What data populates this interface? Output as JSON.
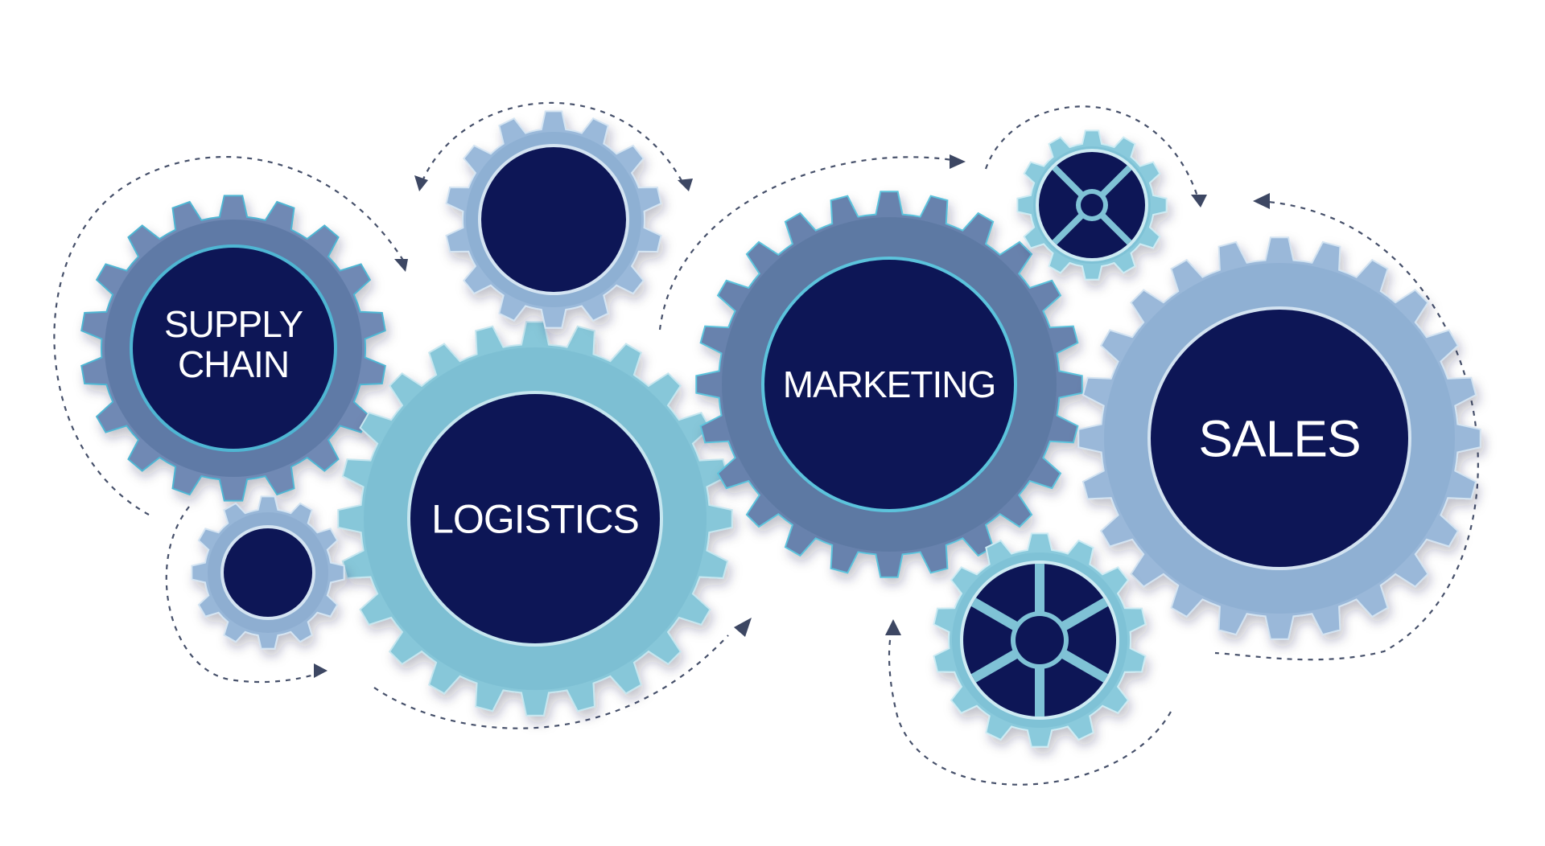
{
  "gears": [
    {
      "id": "supply-chain",
      "lines": [
        "SUPPLY",
        "CHAIN"
      ],
      "ring_color": "#5f7aa6",
      "tooth_color": "#6f89b4",
      "hub_color": "#0d1656",
      "rim_color": "#4fb6d3"
    },
    {
      "id": "logistics",
      "lines": [
        "LOGISTICS"
      ],
      "ring_color": "#7dbfd3",
      "tooth_color": "#87c7d9",
      "hub_color": "#0d1656",
      "rim_color": "#c6e6ef"
    },
    {
      "id": "marketing",
      "lines": [
        "MARKETING"
      ],
      "ring_color": "#5d79a3",
      "tooth_color": "#6882ad",
      "hub_color": "#0d1656",
      "rim_color": "#5cc3dc"
    },
    {
      "id": "sales",
      "lines": [
        "SALES"
      ],
      "ring_color": "#8fb0d3",
      "tooth_color": "#9ab8d9",
      "hub_color": "#0d1656",
      "rim_color": "#d3e3f1"
    },
    {
      "id": "small-top",
      "lines": [],
      "ring_color": "#8eb0d3",
      "tooth_color": "#9ab9da",
      "hub_color": "#0d1656",
      "rim_color": "#d4e4f2"
    },
    {
      "id": "small-left",
      "lines": [],
      "ring_color": "#8eaed1",
      "tooth_color": "#98b7d8",
      "hub_color": "#0d1656",
      "rim_color": "#d4e4f2"
    },
    {
      "id": "spoke-top-right",
      "lines": [],
      "ring_color": "#7fc2d6",
      "tooth_color": "#8acadc",
      "hub_color": "#0d1656",
      "rim_color": "#cdebf3"
    },
    {
      "id": "spoke-bottom",
      "lines": [],
      "ring_color": "#7fc2d6",
      "tooth_color": "#8acadc",
      "hub_color": "#0d1656",
      "rim_color": "#cdebf3"
    }
  ],
  "connector_color": "#46506a"
}
